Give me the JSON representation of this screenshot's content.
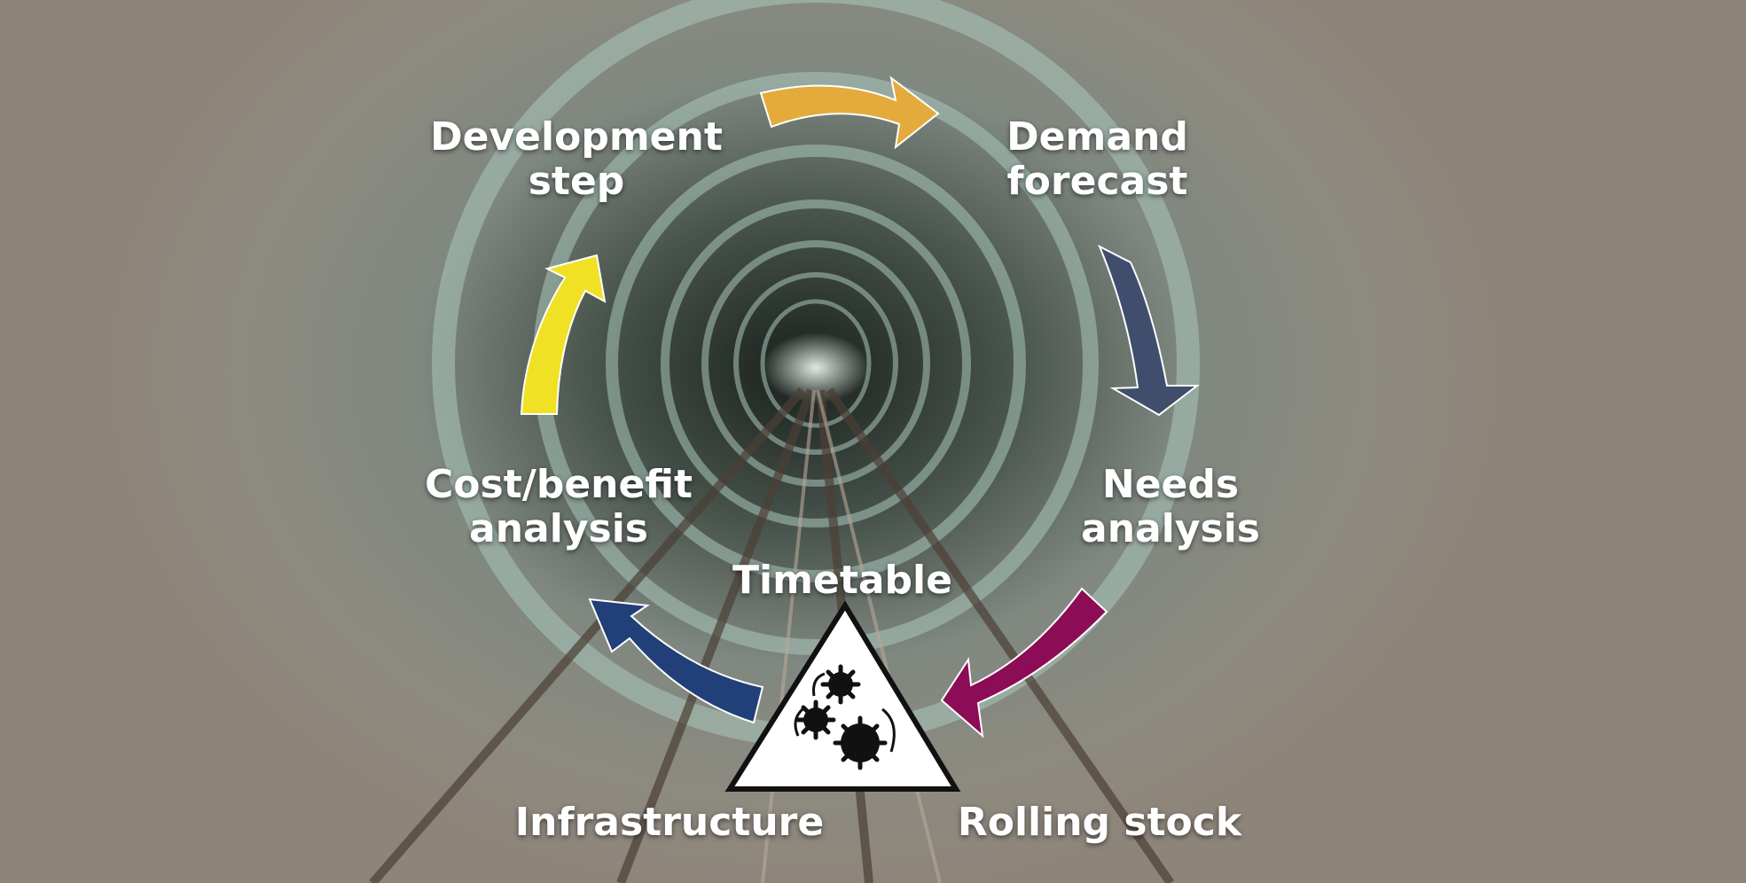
{
  "steps": {
    "development": {
      "line1": "Development",
      "line2": "step"
    },
    "demand": {
      "line1": "Demand",
      "line2": "forecast"
    },
    "needs": {
      "line1": "Needs",
      "line2": "analysis"
    },
    "costbenefit": {
      "line1": "Cost/benefit",
      "line2": "analysis"
    }
  },
  "triangle": {
    "top": "Timetable",
    "left": "Infrastructure",
    "right": "Rolling stock"
  },
  "arrow_colors": {
    "development_to_demand": "#e3ab3c",
    "demand_to_needs": "#3f4e6c",
    "needs_to_triangle": "#8c0c55",
    "triangle_to_costbenefit": "#213f78",
    "costbenefit_to_development": "#f0e124"
  },
  "icons": [
    "gear-cog-icon",
    "rotation-arrow-icon"
  ]
}
